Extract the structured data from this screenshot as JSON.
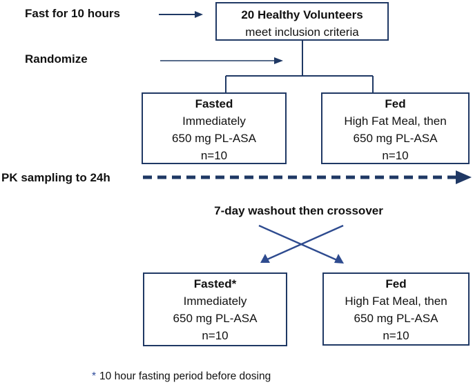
{
  "diagram": {
    "labels": {
      "fast": "Fast for 10 hours",
      "randomize": "Randomize",
      "pk_sampling": "PK sampling to 24h",
      "washout": "7-day washout then crossover",
      "footnote_marker": "*",
      "footnote_text": "10 hour fasting period before dosing"
    },
    "boxes": {
      "volunteers": {
        "title": "20 Healthy Volunteers",
        "subtitle": "meet inclusion criteria"
      },
      "period1_fasted": {
        "title": "Fasted",
        "lines": [
          "Immediately",
          "650 mg PL-ASA",
          "n=10"
        ]
      },
      "period1_fed": {
        "title": "Fed",
        "lines": [
          "High Fat Meal, then",
          "650 mg PL-ASA",
          "n=10"
        ]
      },
      "period2_fasted": {
        "title": "Fasted*",
        "lines": [
          "Immediately",
          "650 mg PL-ASA",
          "n=10"
        ]
      },
      "period2_fed": {
        "title": "Fed",
        "lines": [
          "High Fat Meal, then",
          "650 mg PL-ASA",
          "n=10"
        ]
      }
    },
    "colors": {
      "navy": "#1F3864",
      "arrow_blue": "#2E4B8F",
      "text_black": "#111111",
      "footnote_marker_blue": "#2E4B9B",
      "bg": "#FFFFFF"
    }
  }
}
